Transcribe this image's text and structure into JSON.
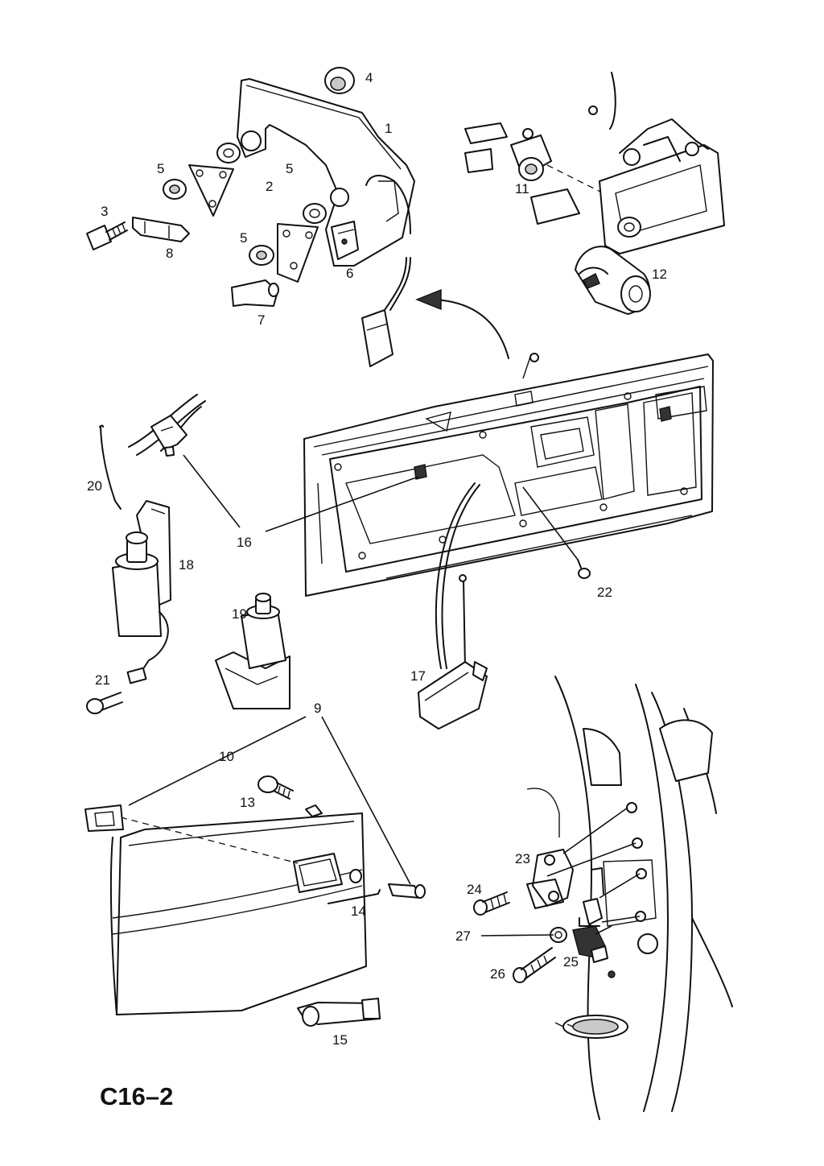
{
  "diagram_code": "C16–2",
  "callouts": {
    "c1": "1",
    "c2": "2",
    "c3": "3",
    "c4": "4",
    "c5a": "5",
    "c5b": "5",
    "c5c": "5",
    "c6": "6",
    "c7": "7",
    "c8": "8",
    "c9": "9",
    "c10": "10",
    "c11": "11",
    "c12": "12",
    "c13": "13",
    "c14": "14",
    "c15": "15",
    "c16": "16",
    "c17": "17",
    "c18": "18",
    "c19": "19",
    "c20": "20",
    "c21": "21",
    "c22": "22",
    "c23": "23",
    "c24": "24",
    "c25": "25",
    "c26": "26",
    "c27": "27"
  }
}
